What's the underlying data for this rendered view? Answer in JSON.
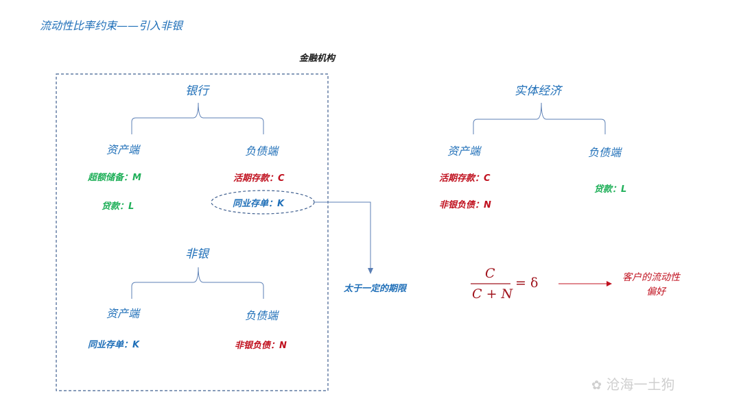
{
  "title": "流动性比率约束——引入非银",
  "financial_institutions": "金融机构",
  "bank": {
    "label": "银行",
    "asset_side": "资产端",
    "liability_side": "负债端",
    "assets": [
      "超额储备：M",
      "贷款：L"
    ],
    "liabilities": [
      "活期存款：C",
      "同业存单：K"
    ]
  },
  "nonbank": {
    "label": "非银",
    "asset_side": "资产端",
    "liability_side": "负债端",
    "assets": [
      "同业存单：K"
    ],
    "liabilities": [
      "非银负债：N"
    ]
  },
  "real_economy": {
    "label": "实体经济",
    "asset_side": "资产端",
    "liability_side": "负债端",
    "assets": [
      "活期存款：C",
      "非银负债：N"
    ],
    "liabilities": [
      "贷款：L"
    ]
  },
  "note_term": "太于一定的期限",
  "formula": {
    "numerator": "C",
    "denominator": "C + N",
    "rhs": "= δ"
  },
  "preference": [
    "客户的流动性",
    "偏好"
  ],
  "watermark": "沧海一土狗",
  "colors": {
    "blue": "#1f6fb8",
    "green": "#21b05a",
    "red": "#c0111f",
    "dark_red": "#a0141d"
  }
}
